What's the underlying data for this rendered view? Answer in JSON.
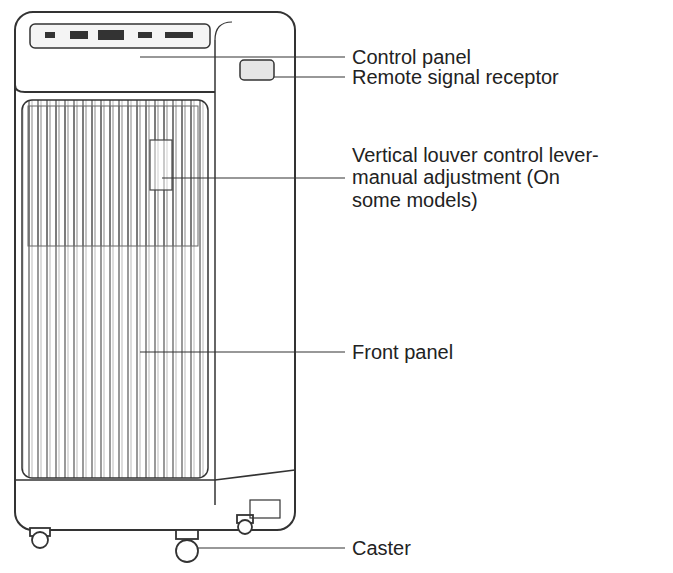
{
  "diagram": {
    "labels": [
      "Control panel",
      "Remote signal receptor",
      "Vertical louver control lever-manual adjustment (On some models)",
      "Front panel",
      "Caster"
    ]
  }
}
